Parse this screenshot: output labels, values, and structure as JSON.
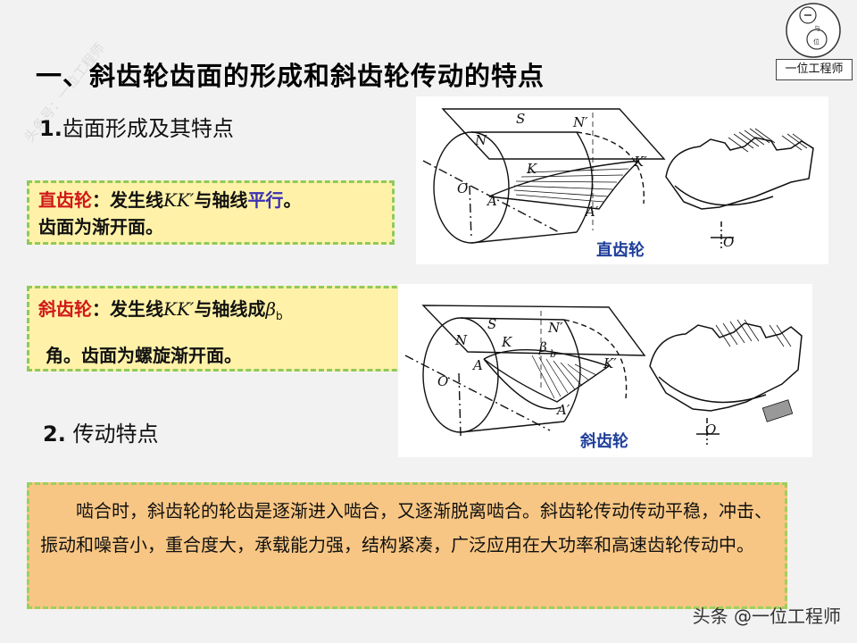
{
  "watermark": "头条号：一位工程师",
  "logo": {
    "caption": "一位工程师"
  },
  "title": "一、斜齿轮齿面的形成和斜齿轮传动的特点",
  "section1": {
    "number": "1.",
    "heading": "齿面形成及其特点"
  },
  "spur": {
    "term": "直齿轮",
    "colon": "：发生线",
    "kk": "KK′",
    "mid": "与轴线",
    "parallel": "平行",
    "end": "。",
    "line2": "齿面为渐开面。",
    "figure_label": "直齿轮"
  },
  "helical": {
    "term": "斜齿轮",
    "colon": "：发生线",
    "kk": "KK′",
    "mid": "与轴线成",
    "beta": "β",
    "beta_sub": "b",
    "line2": "角。齿面为螺旋渐开面。",
    "figure_label": "斜齿轮"
  },
  "figure_letters": {
    "S": "S",
    "N_prime": "N′",
    "N": "N",
    "K": "K",
    "K_prime": "K′",
    "O": "O",
    "A": "A",
    "A_prime": "A′",
    "beta": "β",
    "beta_sub": "b"
  },
  "section2": {
    "number": "2.",
    "heading": "传动特点"
  },
  "paragraph": "啮合时，斜齿轮的轮齿是逐渐进入啮合，又逐渐脱离啮合。斜齿轮传动传动平稳，冲击、振动和噪音小，重合度大，承载能力强，结构紧凑，广泛应用在大功率和高速齿轮传动中。",
  "footer": "头条 @一位工程师"
}
